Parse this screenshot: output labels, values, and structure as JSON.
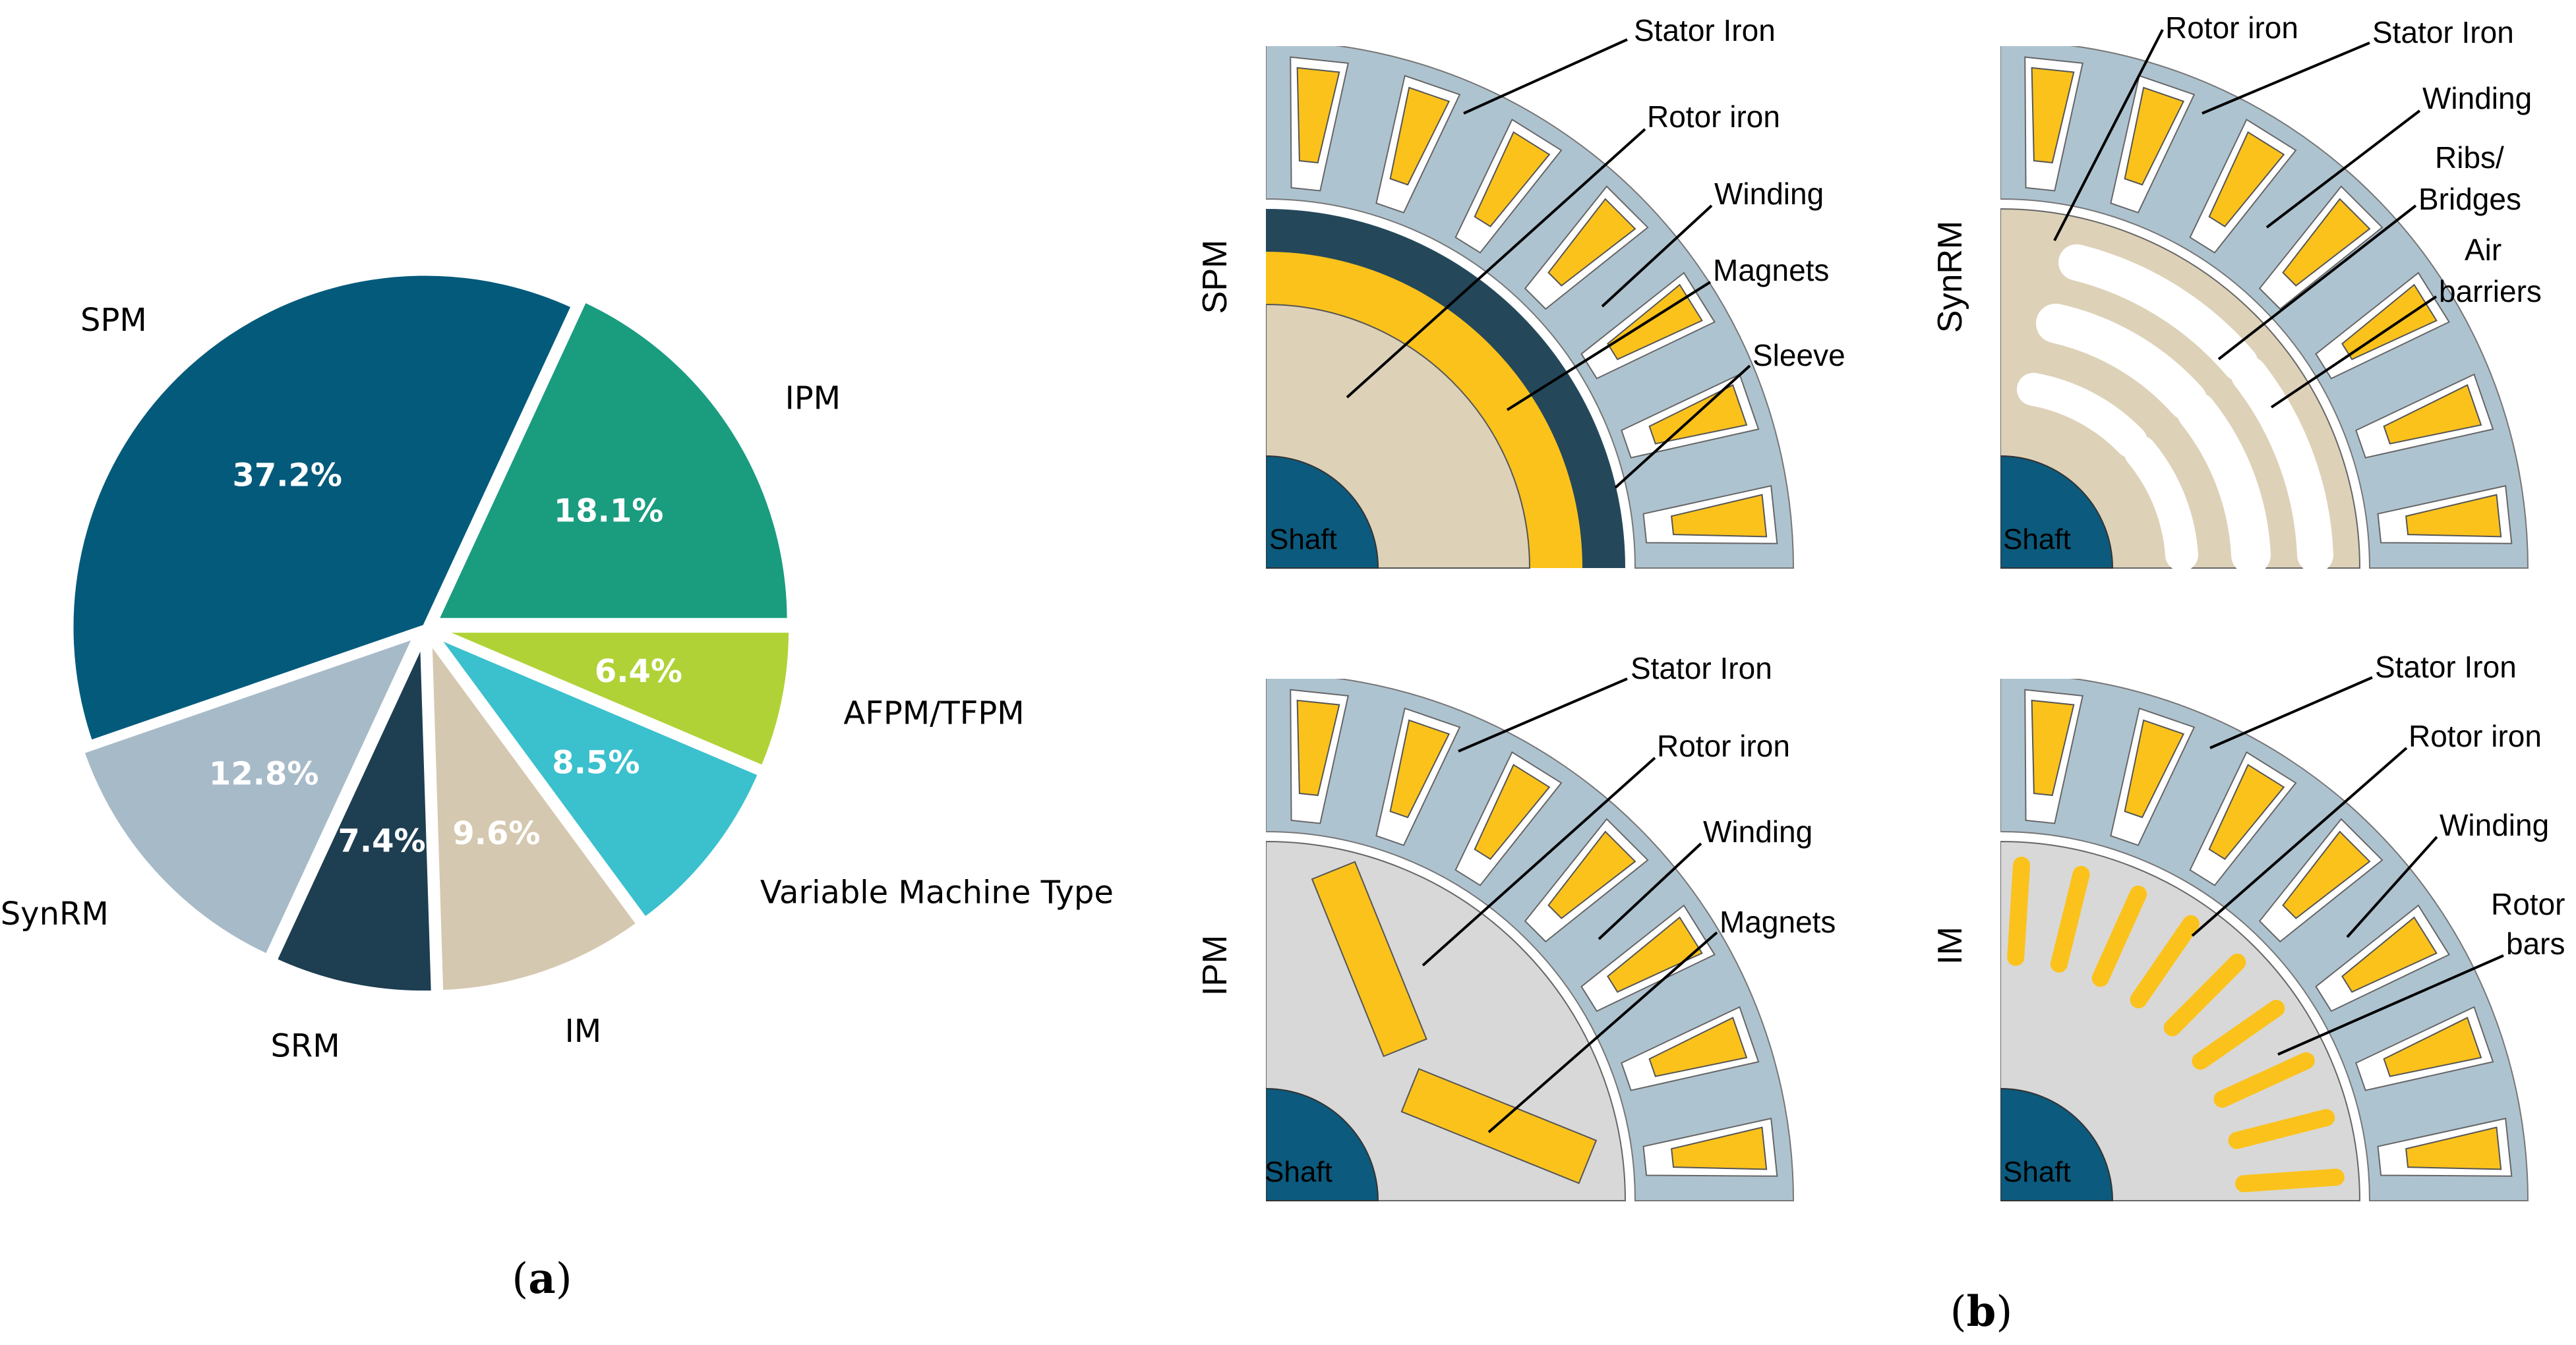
{
  "chart_data": {
    "type": "pie",
    "title": "",
    "slices": [
      {
        "label": "IPM",
        "value": 18.1,
        "pct_label": "18.1%",
        "color": "#1a9c7f"
      },
      {
        "label": "SPM",
        "value": 37.2,
        "pct_label": "37.2%",
        "color": "#035a7b"
      },
      {
        "label": "SynRM",
        "value": 12.8,
        "pct_label": "12.8%",
        "color": "#a7bac8"
      },
      {
        "label": "SRM",
        "value": 7.4,
        "pct_label": "7.4%",
        "color": "#1e3e51"
      },
      {
        "label": "IM",
        "value": 9.6,
        "pct_label": "9.6%",
        "color": "#d5c8b0"
      },
      {
        "label": "Variable Machine Type",
        "value": 8.5,
        "pct_label": "8.5%",
        "color": "#3bc0cd"
      },
      {
        "label": "AFPM/TFPM",
        "value": 6.4,
        "pct_label": "6.4%",
        "color": "#b0d236"
      }
    ],
    "caption_a": [
      "(",
      "a",
      ")"
    ]
  },
  "figure_b": {
    "caption": [
      "(",
      "b",
      ")"
    ],
    "colors": {
      "stator": "#aec3d0",
      "winding": "#fbc21c",
      "shaft": "#0c5a7d",
      "sleeve": "#24485a",
      "rotor_beige": "#ddd1b8",
      "rotor_grey": "#d8d8d8"
    },
    "spm": {
      "row_label": "SPM",
      "labels": [
        "Stator Iron",
        "Rotor iron",
        "Winding",
        "Magnets",
        "Sleeve"
      ],
      "shaft": "Shaft"
    },
    "synrm": {
      "row_label": "SynRM",
      "labels": [
        "Rotor iron",
        "Stator Iron",
        "Winding",
        "Ribs/",
        "Bridges",
        "Air",
        "barriers"
      ],
      "shaft": "Shaft"
    },
    "ipm": {
      "row_label": "IPM",
      "labels": [
        "Stator Iron",
        "Rotor iron",
        "Winding",
        "Magnets"
      ],
      "shaft": "Shaft"
    },
    "im": {
      "row_label": "IM",
      "labels": [
        "Stator Iron",
        "Rotor iron",
        "Winding",
        "Rotor",
        "bars"
      ],
      "shaft": "Shaft"
    }
  }
}
